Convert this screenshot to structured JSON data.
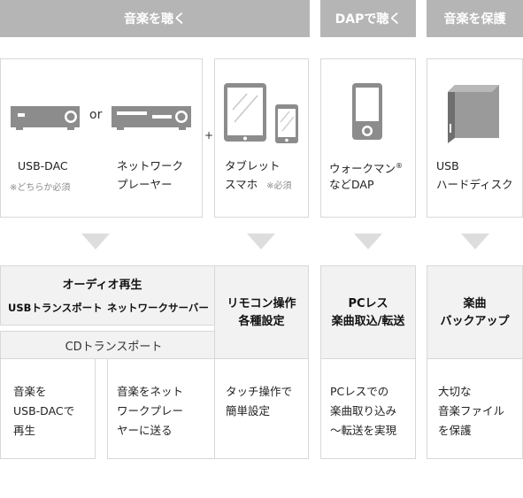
{
  "headers": {
    "listen": "音楽を聴く",
    "dap": "DAPで聴く",
    "protect": "音楽を保護"
  },
  "devices": {
    "or_text": "or",
    "plus_text": "+",
    "usb_dac": "USB-DAC",
    "either_required": "※どちらか必須",
    "network_player_line1": "ネットワーク",
    "network_player_line2": "プレーヤー",
    "tablet_line1": "タブレット",
    "tablet_line2": "スマホ",
    "required": "※必須",
    "walkman_line1": "ウォークマン",
    "walkman_mark": "®",
    "walkman_line2": "などDAP",
    "usb_hdd_line1": "USB",
    "usb_hdd_line2": "ハードディスク"
  },
  "features": {
    "audio_play_title": "オーディオ再生",
    "usb_transport": "USBトランスポート",
    "network_server": "ネットワークサーバー",
    "cd_transport": "CDトランスポート",
    "remote_line1": "リモコン操作",
    "remote_line2": "各種設定",
    "pcless_line1": "PCレス",
    "pcless_line2": "楽曲取込/転送",
    "backup_line1": "楽曲",
    "backup_line2": "バックアップ"
  },
  "descriptions": {
    "usb_dac_desc": [
      "音楽を",
      "USB-DACで",
      "再生"
    ],
    "network_desc": [
      "音楽をネット",
      "ワークプレー",
      "ヤーに送る"
    ],
    "remote_desc": [
      "タッチ操作で",
      "簡単設定"
    ],
    "pcless_desc": [
      "PCレスでの",
      "楽曲取り込み",
      "～転送を実現"
    ],
    "backup_desc": [
      "大切な",
      "音楽ファイル",
      "を保護"
    ]
  },
  "colors": {
    "header_bg": "#b5b5b5",
    "panel_border": "#d8d8d8",
    "feature_bg": "#f2f2f2",
    "device_gray": "#8c8c8c",
    "arrow": "#dddddd"
  }
}
